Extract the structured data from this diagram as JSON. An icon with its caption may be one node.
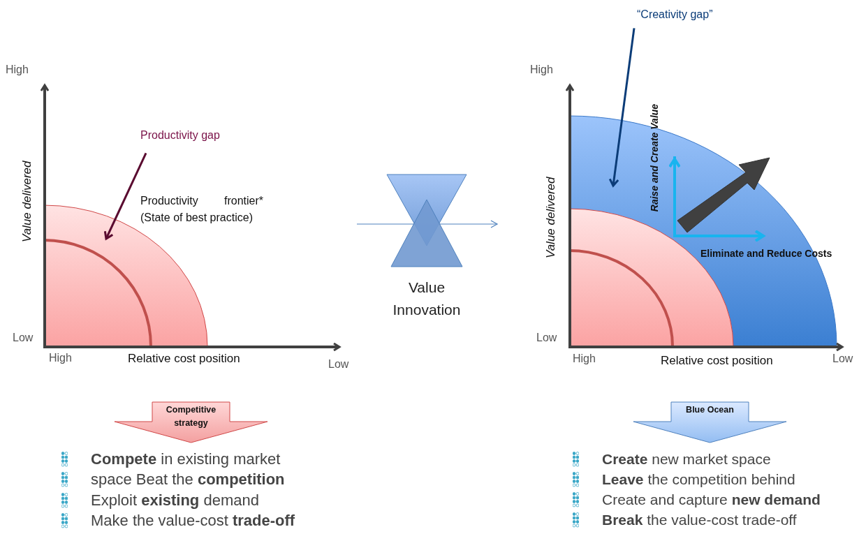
{
  "diagram": {
    "nodes": [
      {
        "text": [
          "“Creativity gap”"
        ]
      },
      {
        "text": [
          "Productivity gap"
        ]
      },
      {
        "text": [],
        "shape": "sector"
      },
      {
        "text": [],
        "shape": "sector"
      },
      {
        "text": [
          "Value Innovation"
        ]
      },
      {
        "text": [
          "Competitive strategy"
        ]
      },
      {
        "text": [
          "Blue Ocean"
        ]
      }
    ],
    "edges": [
      {
        "from": 0,
        "to": 3,
        "arrow": "to",
        "color": "#0b3c78"
      },
      {
        "from": 1,
        "to": 2,
        "arrow": "to",
        "color": "#5a0b30"
      }
    ],
    "labels": [
      "High",
      "Value delivered",
      "Productivity frontier* (State of best practice)",
      "Low",
      "High",
      "Relative cost position",
      "Low",
      "High",
      "Raise and Create Value",
      "Value delivered",
      "Eliminate and Reduce Costs",
      "Low",
      "High",
      "Relative cost position",
      "Low",
      "**Compete** in existing market space Beat the **competition**",
      "Exploit **existing** demand",
      "Make the value-cost **trade-off**",
      "**Create** new market space",
      "**Leave** the competition behind",
      "Create and capture **new demand**",
      "**Break** the value-cost trade-off"
    ]
  }
}
